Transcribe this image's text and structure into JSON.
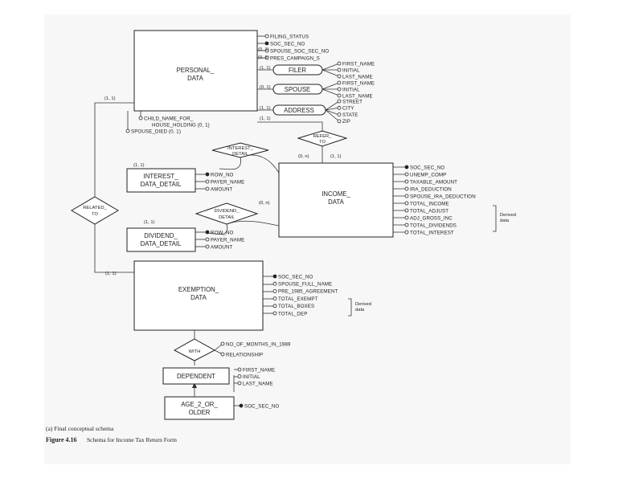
{
  "entities": {
    "personal_data": [
      "PERSONAL_",
      "DATA"
    ],
    "income_data": [
      "INCOME_",
      "DATA"
    ],
    "exemption_data": [
      "EXEMPTION_",
      "DATA"
    ],
    "interest_data_detail": [
      "INTEREST_",
      "DATA_DETAIL"
    ],
    "dividend_data_detail": [
      "DIVIDEND_",
      "DATA_DETAIL"
    ],
    "dependent": [
      "DEPENDENT"
    ],
    "age_2_or_older": [
      "AGE_2_OR_",
      "OLDER"
    ]
  },
  "relationships": {
    "refer_to": [
      "REFER_",
      "TO"
    ],
    "interest_detail": [
      "INTEREST_",
      "DETAIL"
    ],
    "dividend_detail": [
      "DIVIDEND_",
      "DETAIL"
    ],
    "related_to": [
      "RELATED_",
      "TO"
    ],
    "with": [
      "WITH"
    ]
  },
  "composites": {
    "filer": "FILER",
    "spouse": "SPOUSE",
    "address": "ADDRESS"
  },
  "attributes": {
    "personal_top": [
      "FILING_STATUS",
      "SOC_SEC_NO",
      "SPOUSE_SOC_SEC_NO",
      "PRES_CAMPAIGN_S"
    ],
    "filer": [
      "FIRST_NAME",
      "INITIAL",
      "LAST_NAME"
    ],
    "spouse": [
      "FIRST_NAME",
      "INITIAL",
      "LAST_NAME"
    ],
    "address": [
      "STREET",
      "CITY",
      "STATE",
      "ZIP"
    ],
    "personal_bottom": [
      "CHILD_NAME_FOR_",
      "HOUSE_HOLDING (0, 1)",
      "SPOUSE_DIED (0, 1)"
    ],
    "income": [
      "SOC_SEC_NO",
      "UNEMP_COMP",
      "TAXABLE_AMOUNT",
      "IRA_DEDUCTION",
      "SPOUSE_IRA_DEDUCTION",
      "TOTAL_INCOME",
      "TOTAL_ADJUST",
      "ADJ_GROSS_INC",
      "TOTAL_DIVIDENDS",
      "TOTAL_INTEREST"
    ],
    "interest_detail": [
      "ROW_NO",
      "PAYER_NAME",
      "AMOUNT"
    ],
    "dividend_detail": [
      "ROW_NO",
      "PAYER_NAME",
      "AMOUNT"
    ],
    "exemption": [
      "SOC_SEC_NO",
      "SPOUSE_FULL_NAME",
      "PRE_1985_AGREEMENT",
      "TOTAL_EXEMPT",
      "TOTAL_BOXES",
      "TOTAL_DEP"
    ],
    "with": [
      "NO_OF_MONTHS_IN_1989",
      "RELATIONSHIP"
    ],
    "dependent": [
      "FIRST_NAME",
      "INITIAL",
      "LAST_NAME"
    ],
    "age": [
      "SOC_SEC_NO"
    ]
  },
  "cardinalities": {
    "spouse_soc": "(0, 1)",
    "pres_campaign": "(0, 1)",
    "filer": "(1, 1)",
    "spouse": "(0, 1)",
    "address": "(1, 1)",
    "personal_refer": "(1, 1)",
    "personal_related": "(1, 1)",
    "interest_rel": "(1, 1)",
    "income_interest": "(0, n)",
    "income_refer": "(1, 1)",
    "income_dividend": "(0, n)",
    "dividend_rel": "(1, 1)",
    "exemption_related": "(1, 1)"
  },
  "notes": {
    "income_derived": [
      "Derived",
      "data"
    ],
    "exemption_derived": [
      "Derived",
      "data"
    ]
  },
  "caption": {
    "sub": "(a) Final conceptual schema",
    "figure": "Figure 4.16",
    "title": "Schema for Income Tax Return Form"
  }
}
